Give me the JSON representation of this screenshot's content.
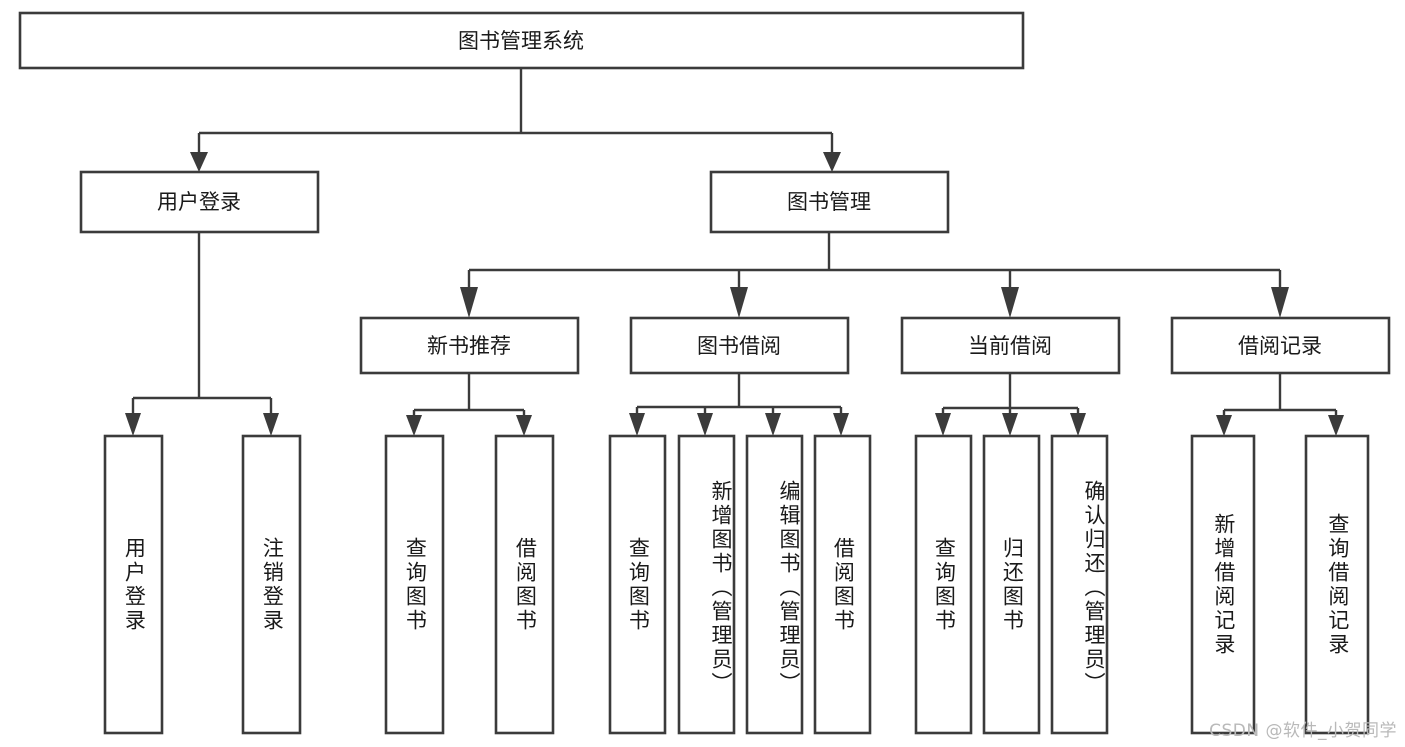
{
  "diagram": {
    "title": "图书管理系统",
    "type": "tree-hierarchy",
    "orientation": "top-down",
    "colors": {
      "box_stroke": "#3b3b3b",
      "box_fill": "#ffffff",
      "connector": "#3b3b3b",
      "text": "#1a1a1a",
      "background": "#ffffff",
      "watermark": "#b9b9b9"
    }
  },
  "root": {
    "label": "图书管理系统"
  },
  "level2": [
    {
      "label": "用户登录"
    },
    {
      "label": "图书管理"
    }
  ],
  "level3": [
    {
      "label": "新书推荐"
    },
    {
      "label": "图书借阅"
    },
    {
      "label": "当前借阅"
    },
    {
      "label": "借阅记录"
    }
  ],
  "leaves": {
    "user_login": [
      {
        "label": "用户登录"
      },
      {
        "label": "注销登录"
      }
    ],
    "new_book_recommend": [
      {
        "label": "查询图书"
      },
      {
        "label": "借阅图书"
      }
    ],
    "book_borrow": [
      {
        "label": "查询图书"
      },
      {
        "label": "新增图书（管理员）"
      },
      {
        "label": "编辑图书（管理员）"
      },
      {
        "label": "借阅图书"
      }
    ],
    "current_borrow": [
      {
        "label": "查询图书"
      },
      {
        "label": "归还图书"
      },
      {
        "label": "确认归还（管理员）"
      }
    ],
    "borrow_record": [
      {
        "label": "新增借阅记录"
      },
      {
        "label": "查询借阅记录"
      }
    ]
  },
  "watermark": {
    "text": "CSDN @软件_小贺同学"
  }
}
